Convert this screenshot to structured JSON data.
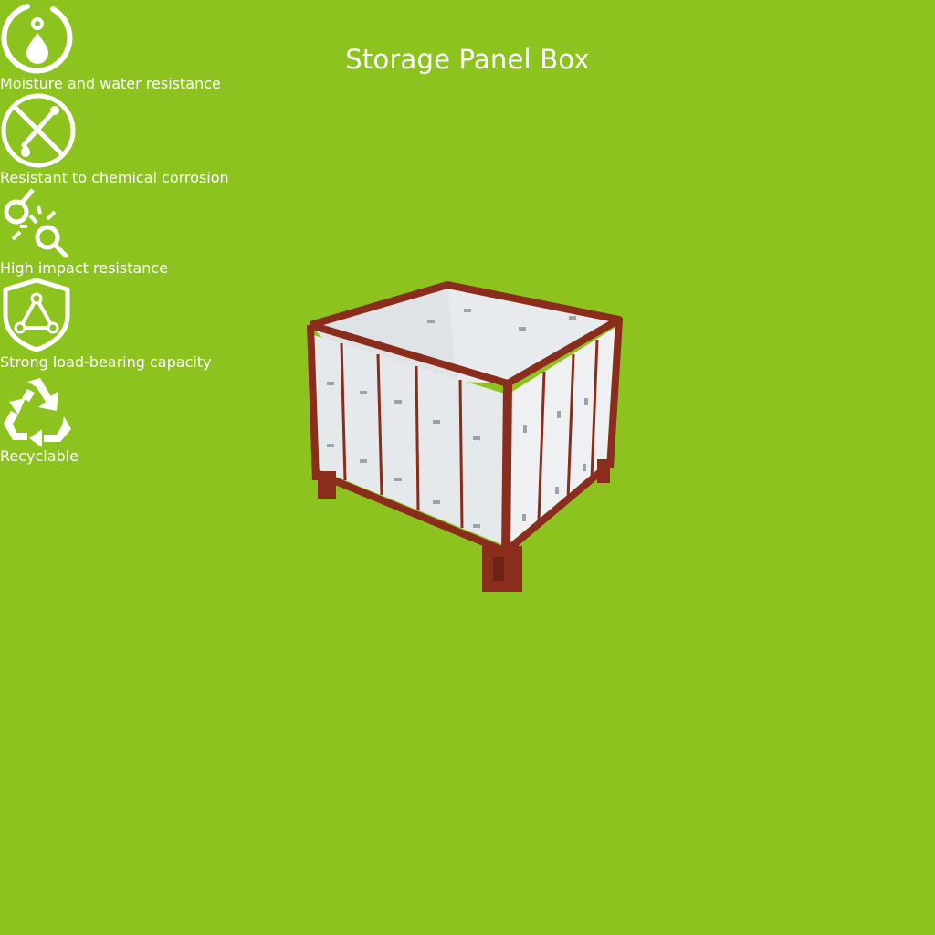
{
  "title": "Storage Panel Box",
  "features": {
    "moisture": {
      "label": "Moisture and water resistance",
      "icon": "water-drop-icon"
    },
    "chemical": {
      "label": "Resistant to chemical corrosion",
      "icon": "no-chemical-icon"
    },
    "impact": {
      "label": "High impact resistance",
      "icon": "impact-icon"
    },
    "load": {
      "label": "Strong load-bearing capacity",
      "icon": "shield-triangle-icon"
    },
    "recycle": {
      "label": "Recyclable",
      "icon": "recycle-icon"
    }
  },
  "colors": {
    "background": "#8cc31f",
    "text": "#ffffff",
    "frame": "#8a2d1c",
    "panel": "#e9ecef"
  }
}
